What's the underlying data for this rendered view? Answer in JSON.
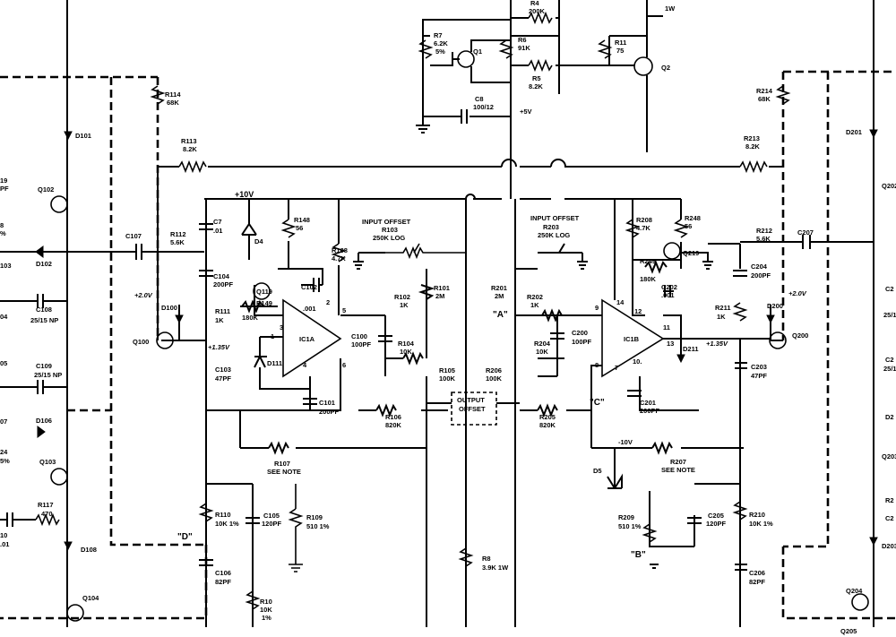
{
  "labels": {
    "r4": "R4",
    "r4v": "200K",
    "r4w": "1W",
    "r7": "R7",
    "r7v": "6.2K",
    "r7t": "5%",
    "q1": "Q1",
    "r6": "R6",
    "r6v": "91K",
    "r5": "R5",
    "r5v": "8.2K",
    "r11": "R11",
    "r11v": "75",
    "q2": "Q2",
    "c8": "C8",
    "c8v": "100/12",
    "p5v": "+5V",
    "r114": "R114",
    "r114v": "68K",
    "d101": "D101",
    "r113": "R113",
    "r113v": "8.2K",
    "q102": "Q102",
    "p10v": "+10V",
    "c7": "C7",
    "c7v": ".01",
    "d4": "D4",
    "r148": "R148",
    "r148v": "56",
    "r108": "R108",
    "r108v": "4.7K",
    "c107": "C107",
    "r112": "R112",
    "r112v": "5.6K",
    "d102": "D102",
    "c104": "C104",
    "c104v": "200PF",
    "q119": "Q119",
    "r149": "R149",
    "r149v": "180K",
    "c102": "C102",
    "c102v": ".001",
    "in_off1": "INPUT OFFSET",
    "r103": "R103",
    "r103v": "250K LOG",
    "r101": "R101",
    "r101v": "2M",
    "r102": "R102",
    "r102v": "1K",
    "c108": "C108",
    "c108v": "25/15 NP",
    "p20v": "+2.0V",
    "d100": "D100",
    "r111": "R111",
    "r111v": "1K",
    "q100": "Q100",
    "p135v": "+1.35V",
    "ic1a": "IC1A",
    "c100": "C100",
    "c100v": "100PF",
    "r104": "R104",
    "r104v": "10K",
    "d111": "D111",
    "c103": "C103",
    "c103v": "47PF",
    "c109": "C109",
    "c109v": "25/15 NP",
    "c101": "C101",
    "c101v": "200PF",
    "r105": "R105",
    "r105v": "100K",
    "r206": "R206",
    "r206v": "100K",
    "out_off": "OUTPUT",
    "out_off2": "OFFSET",
    "r106": "R106",
    "r106v": "820K",
    "d106": "D106",
    "q103": "Q103",
    "r107": "R107",
    "r107n": "SEE NOTE",
    "r117": "R117",
    "r117v": "470",
    "r110": "R110",
    "r110v": "10K 1%",
    "c105": "C105",
    "c105v": "120PF",
    "r109": "R109",
    "r109v": "510 1%",
    "d": "\"D\"",
    "d108": "D108",
    "c106": "C106",
    "c106v": "82PF",
    "q104": "Q104",
    "r10": "R10",
    "r10v": "10K",
    "r10t": "1%",
    "r8": "R8",
    "r8v": "3.9K 1W",
    "in_off2": "INPUT OFFSET",
    "r203": "R203",
    "r203v": "250K LOG",
    "r201": "R201",
    "r201v": "2M",
    "a": "\"A\"",
    "r202": "R202",
    "r202v": "1K",
    "r204": "R204",
    "r204v": "10K",
    "c200": "C200",
    "c200v": "100PF",
    "ic1b": "IC1B",
    "r208": "R208",
    "r208v": "4.7K",
    "r248": "R248",
    "r248v": "56",
    "q219": "Q219",
    "r249": "R249",
    "r249v": "180K",
    "c202": "C202",
    "c202v": ".001",
    "d211": "D211",
    "c": "\"C\"",
    "c201": "C201",
    "c201v": "200PF",
    "r205": "R205",
    "r205v": "820K",
    "m10v": "-10V",
    "d5": "D5",
    "r207": "R207",
    "r207n": "SEE NOTE",
    "r209": "R209",
    "r209v": "510 1%",
    "b": "\"B\"",
    "c205": "C205",
    "c205v": "120PF",
    "r210": "R210",
    "r210v": "10K 1%",
    "c206": "C206",
    "c206v": "82PF",
    "r214": "R214",
    "r214v": "68K",
    "r213": "R213",
    "r213v": "8.2K",
    "d201": "D201",
    "r212": "R212",
    "r212v": "5.6K",
    "c207": "C207",
    "c204": "C204",
    "c204v": "200PF",
    "r211": "R211",
    "r211v": "1K",
    "p20vb": "+2.0V",
    "d200": "D200",
    "p135vb": "+1.35V",
    "q200": "Q200",
    "c203": "C203",
    "c203v": "47PF",
    "q204": "Q204",
    "pin1": "1",
    "pin2": "2",
    "pin3": "3",
    "pin4": "4",
    "pin5": "5",
    "pin6": "6",
    "pin7": "7",
    "pin8": "8",
    "pin9": "9",
    "pin10": "10.",
    "pin11": "11",
    "pin12": "12",
    "pin13": "13",
    "pin14": "14",
    "eL1": "19",
    "eL2": "PF",
    "eL3": "8",
    "eL4": "%",
    "eL5": "103",
    "eL6": "04",
    "eL7": "05",
    "eL8": "07",
    "eL9": "24",
    "eL10": "5%",
    "eL11": "10",
    "eL12": ".01",
    "eR1": "Q202",
    "eR2": "C2",
    "eR3": "25/1",
    "eR4": "C2",
    "eR5": "25/1",
    "eR6": "D2",
    "eR7": "Q203",
    "eR8": "R2",
    "eR9": "C2",
    "eR10": "Q205",
    "eR11": "D203"
  }
}
